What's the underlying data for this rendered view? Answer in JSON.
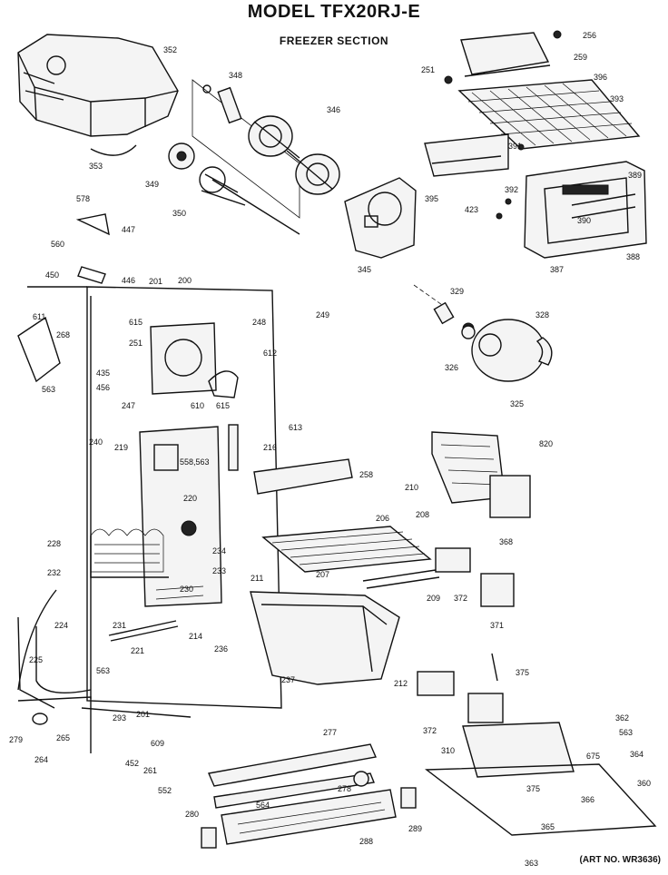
{
  "header": {
    "model_title": "MODEL TFX20RJ-E",
    "section_title": "FREEZER SECTION",
    "art_no": "(ART NO. WR3636)"
  },
  "callouts": [
    "352",
    "348",
    "346",
    "256",
    "251",
    "259",
    "396",
    "393",
    "353",
    "349",
    "350",
    "391",
    "395",
    "392",
    "423",
    "389",
    "390",
    "387",
    "388",
    "345",
    "578",
    "447",
    "560",
    "450",
    "446",
    "201",
    "200",
    "249",
    "611",
    "615",
    "268",
    "251",
    "248",
    "563",
    "435",
    "456",
    "247",
    "610",
    "615",
    "612",
    "613",
    "329",
    "328",
    "326",
    "325",
    "240",
    "219",
    "558,563",
    "216",
    "258",
    "820",
    "210",
    "220",
    "206",
    "208",
    "368",
    "228",
    "234",
    "233",
    "232",
    "230",
    "207",
    "209",
    "372",
    "211",
    "231",
    "371",
    "224",
    "221",
    "214",
    "236",
    "225",
    "563",
    "237",
    "212",
    "375",
    "201",
    "293",
    "265",
    "279",
    "264",
    "609",
    "452",
    "261",
    "552",
    "277",
    "372",
    "310",
    "278",
    "564",
    "280",
    "289",
    "288",
    "362",
    "563",
    "675",
    "364",
    "360",
    "375",
    "366",
    "365",
    "363"
  ]
}
